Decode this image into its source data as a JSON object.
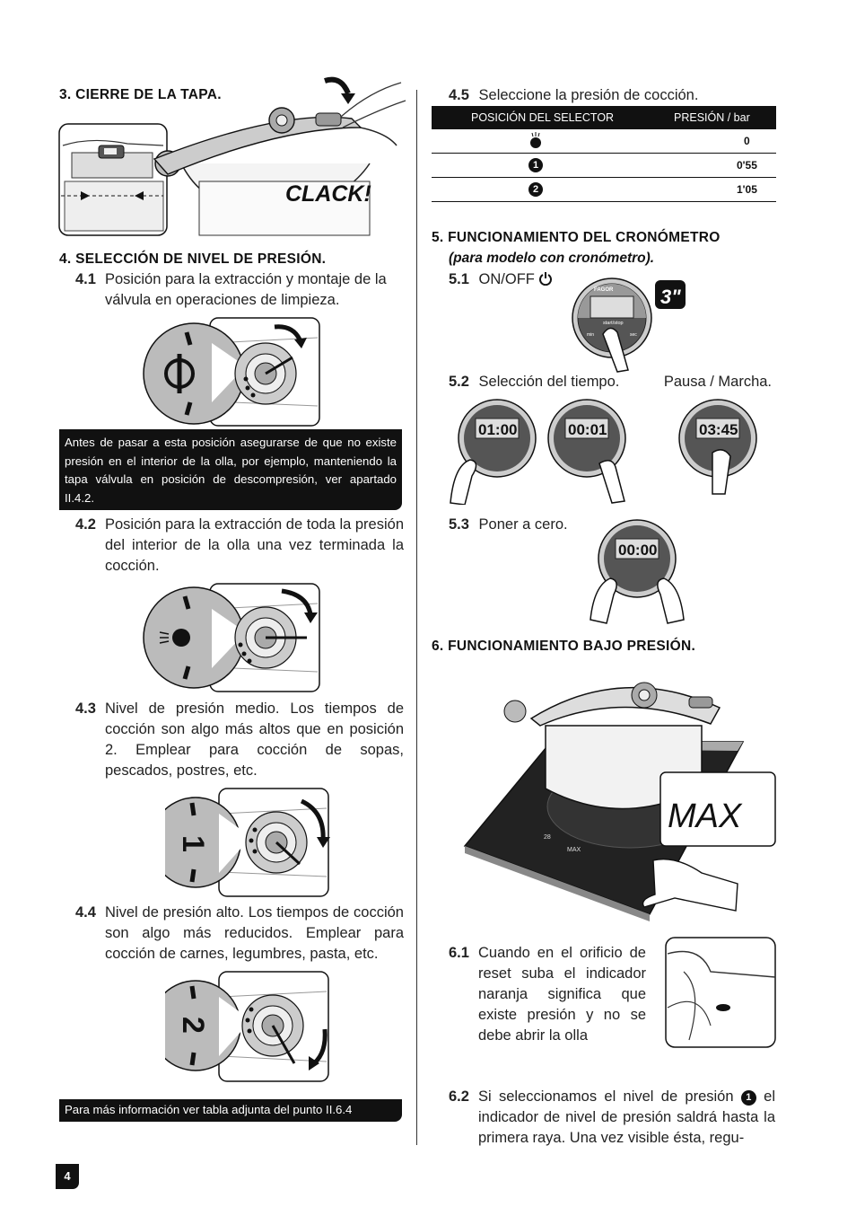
{
  "left": {
    "s3": {
      "num": "3.",
      "title": "CIERRE DE LA TAPA."
    },
    "clack": "CLACK!",
    "s4": {
      "num": "4.",
      "title": "SELECCIÓN DE NIVEL DE PRESIÓN."
    },
    "s41": {
      "num": "4.1",
      "text": "Posición para la extracción y montaje de la válvula en operaciones de limpieza."
    },
    "note1": "Antes de pasar a esta posición asegurarse de que no exis­te presión en el interior de la olla, por ejemplo, mante­niendo la tapa válvula en posición de descompresión, ver apartado II.4.2.",
    "s42": {
      "num": "4.2",
      "text": "Posición para la extracción de toda la pre­sión del interior de la olla una vez termina­da la cocción."
    },
    "s43": {
      "num": "4.3",
      "text": "Nivel de presión medio. Los tiempos de cocción son algo más altos que en posi­ción 2. Emplear para cocción de sopas, pescados, postres, etc."
    },
    "s44": {
      "num": "4.4",
      "text": "Nivel de presión alto. Los tiempos de coc­ción son algo más reducidos. Emplear para cocción de carnes, legumbres, pasta, etc."
    },
    "note2": "Para más información ver tabla adjunta del punto II.6.4",
    "dial_labels": {
      "one": "1",
      "two": "2"
    }
  },
  "right": {
    "s45": {
      "num": "4.5",
      "text": "Seleccione la presión de cocción."
    },
    "table": {
      "headers": [
        "POSICIÓN DEL SELECTOR",
        "PRESIÓN / bar"
      ],
      "rows": [
        {
          "pos": "",
          "pressure": "0"
        },
        {
          "pos": "1",
          "pressure": "0'55"
        },
        {
          "pos": "2",
          "pressure": "1'05"
        }
      ]
    },
    "s5": {
      "num": "5.",
      "title": "FUNCIONAMIENTO DEL CRONÓMETRO",
      "subtitle": "(para modelo con cronómetro)."
    },
    "s51": {
      "num": "5.1",
      "text": "ON/OFF"
    },
    "three_sec": "3\"",
    "s52": {
      "num": "5.2",
      "text": "Selección del tiempo.",
      "extra": "Pausa / Marcha."
    },
    "s53": {
      "num": "5.3",
      "text": "Poner a cero."
    },
    "timer": {
      "brand": "FAGOR",
      "startstop": "start/stop",
      "min": "min",
      "sec": "sec",
      "displays": [
        "01:00",
        "00:01",
        "03:45",
        "00:00"
      ]
    },
    "s6": {
      "num": "6.",
      "title": "FUNCIONAMIENTO BAJO PRESIÓN."
    },
    "max": "MAX",
    "hob": {
      "max_small": "MAX",
      "num": "28"
    },
    "s61": {
      "num": "6.1",
      "text": "Cuando en el orificio de reset suba el indicador naranja significa que existe presión y no se debe abrir la olla"
    },
    "s62": {
      "num": "6.2",
      "text_a": "Si seleccionamos el nivel de presión",
      "badge": "1",
      "text_b": "el indicador de nivel de presión saldrá hasta la primera raya. Una vez visible ésta, regu-"
    }
  },
  "page_number": "4"
}
